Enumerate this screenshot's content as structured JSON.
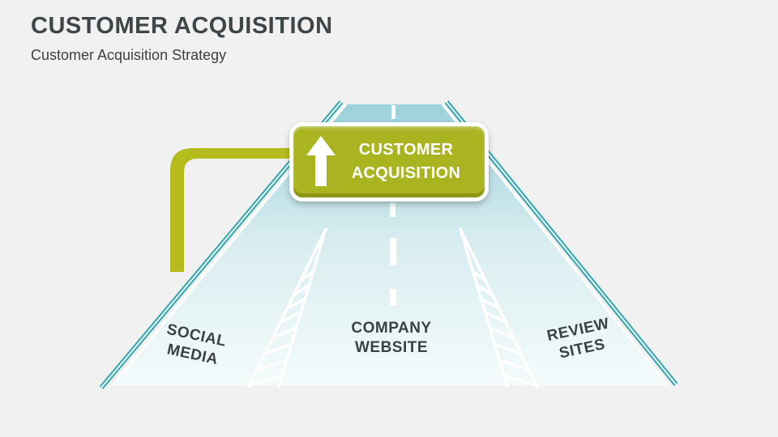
{
  "slide": {
    "title": "CUSTOMER ACQUISITION",
    "subtitle": "Customer Acquisition Strategy"
  },
  "sign": {
    "line1": "CUSTOMER",
    "line2": "ACQUISITION"
  },
  "lanes": [
    {
      "line1": "SOCIAL",
      "line2": "MEDIA"
    },
    {
      "line1": "COMPANY",
      "line2": "WEBSITE"
    },
    {
      "line1": "REVIEW",
      "line2": "SITES"
    }
  ],
  "colors": {
    "background": "#f1f1f1",
    "title_text": "#404547",
    "subtitle_text": "#3b4043",
    "sign_green": "#a9b420",
    "sign_green_dark": "#8d9713",
    "post_green": "#b5bd1e",
    "road_edge": "#35a9b2",
    "road_top": "#9bd1da",
    "road_mid": "#d9edf0",
    "road_bottom": "#f4fbfb",
    "marking_white": "#ffffff",
    "label_text": "#3a4145"
  }
}
